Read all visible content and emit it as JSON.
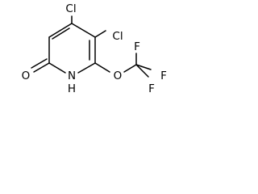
{
  "molecule": {
    "atoms": {
      "cl_top": "Cl",
      "cl_right": "Cl",
      "oxygen_carbonyl": "O",
      "nitrogen": "N",
      "hydrogen": "H",
      "oxygen_ether": "O",
      "fluorine_1": "F",
      "fluorine_2": "F",
      "fluorine_3": "F"
    }
  }
}
